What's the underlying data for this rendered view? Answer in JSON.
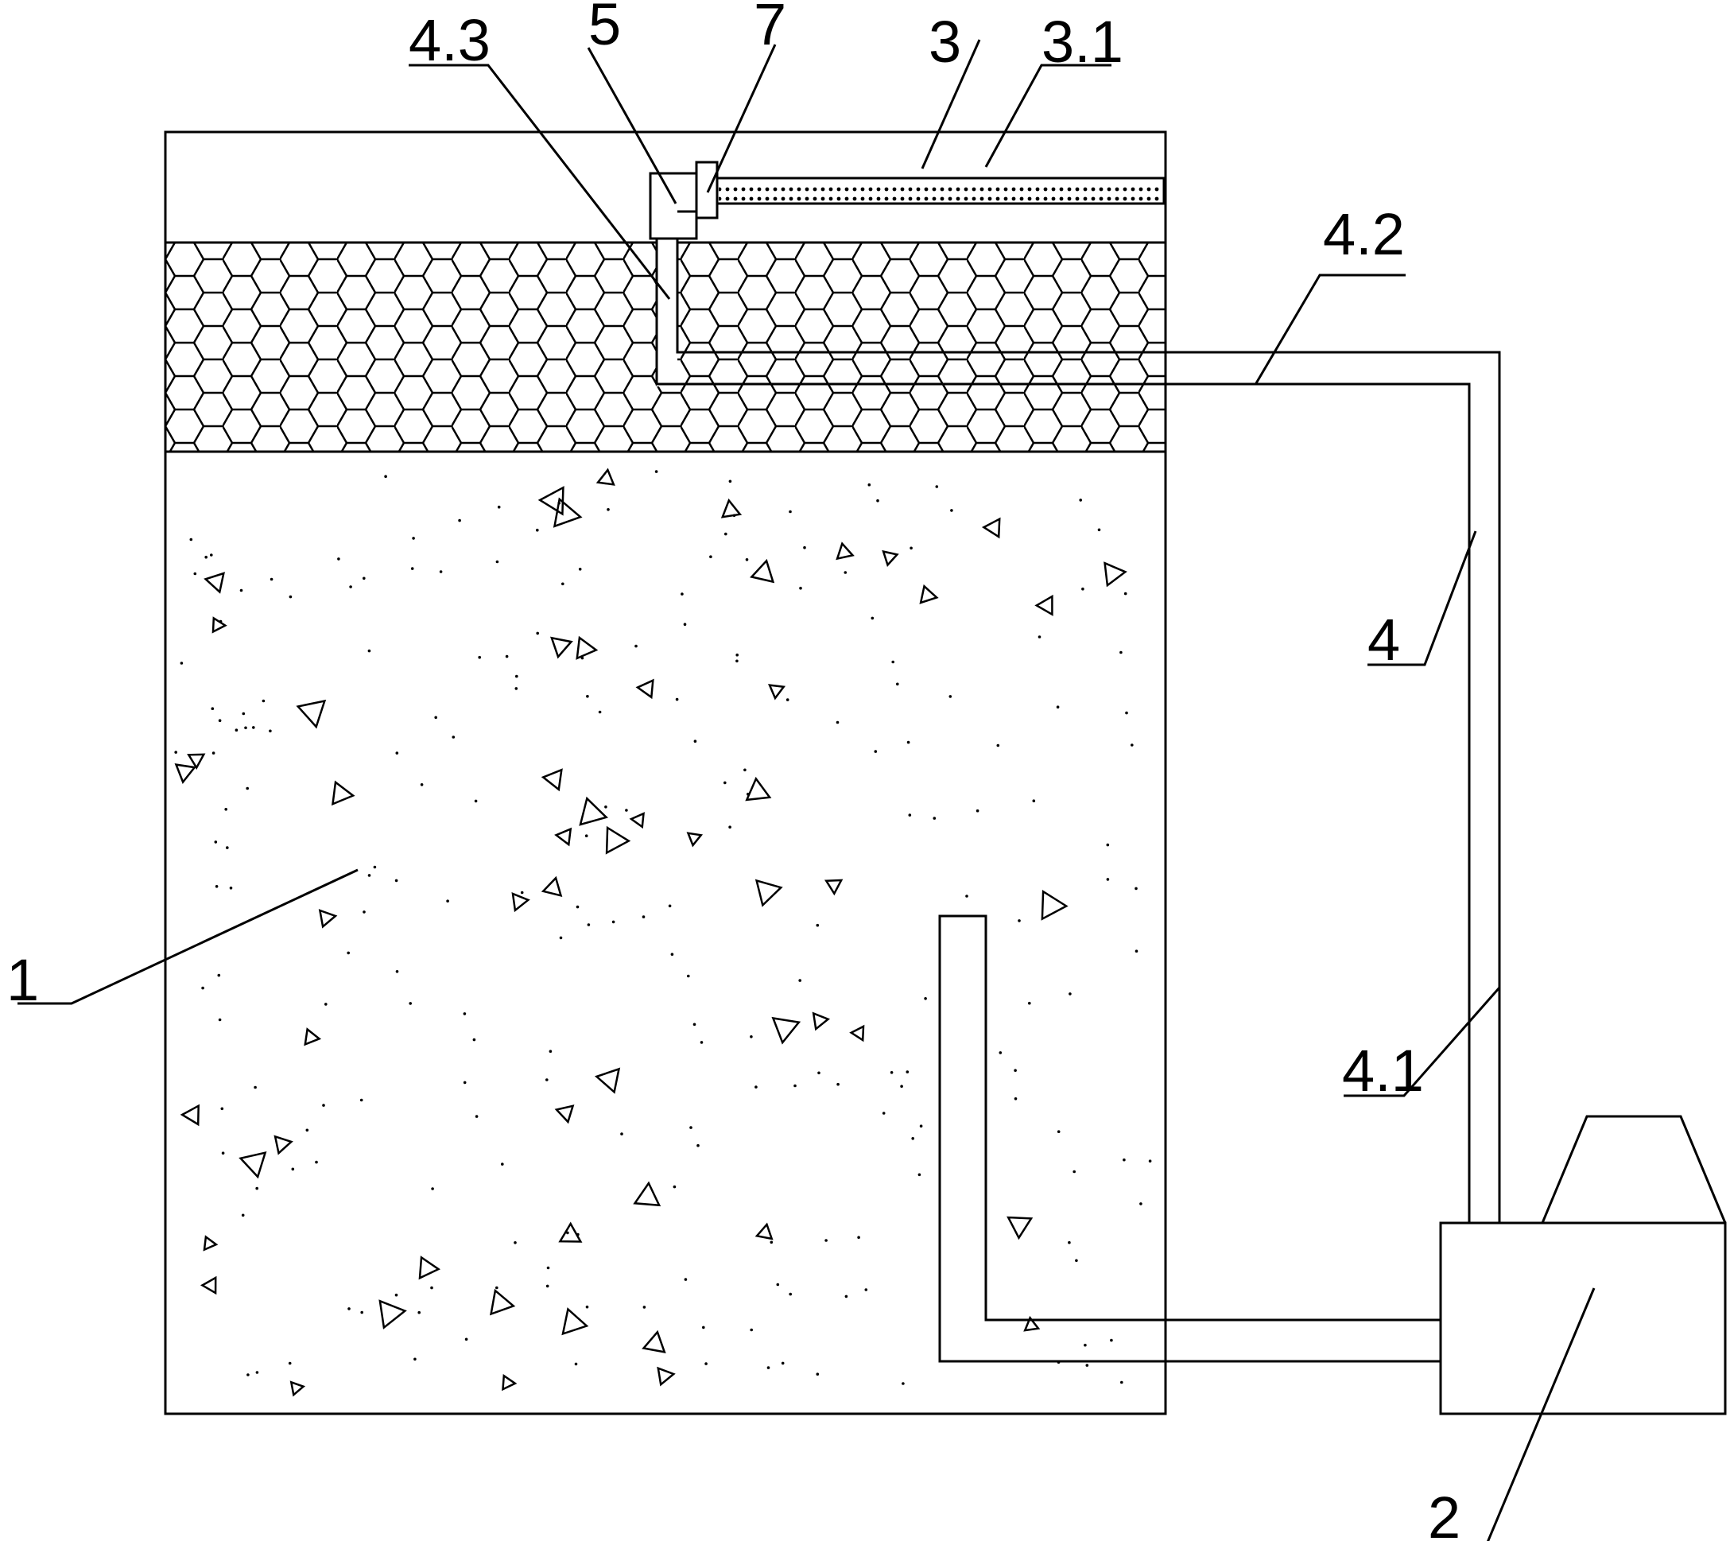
{
  "labels": {
    "container": "1",
    "pump": "2",
    "spray_bar": "3",
    "spray_bar_holes": "3.1",
    "pipe": "4",
    "pipe_section_1": "4.1",
    "pipe_section_2": "4.2",
    "pipe_section_3": "4.3",
    "connector": "5",
    "valve": "7"
  }
}
